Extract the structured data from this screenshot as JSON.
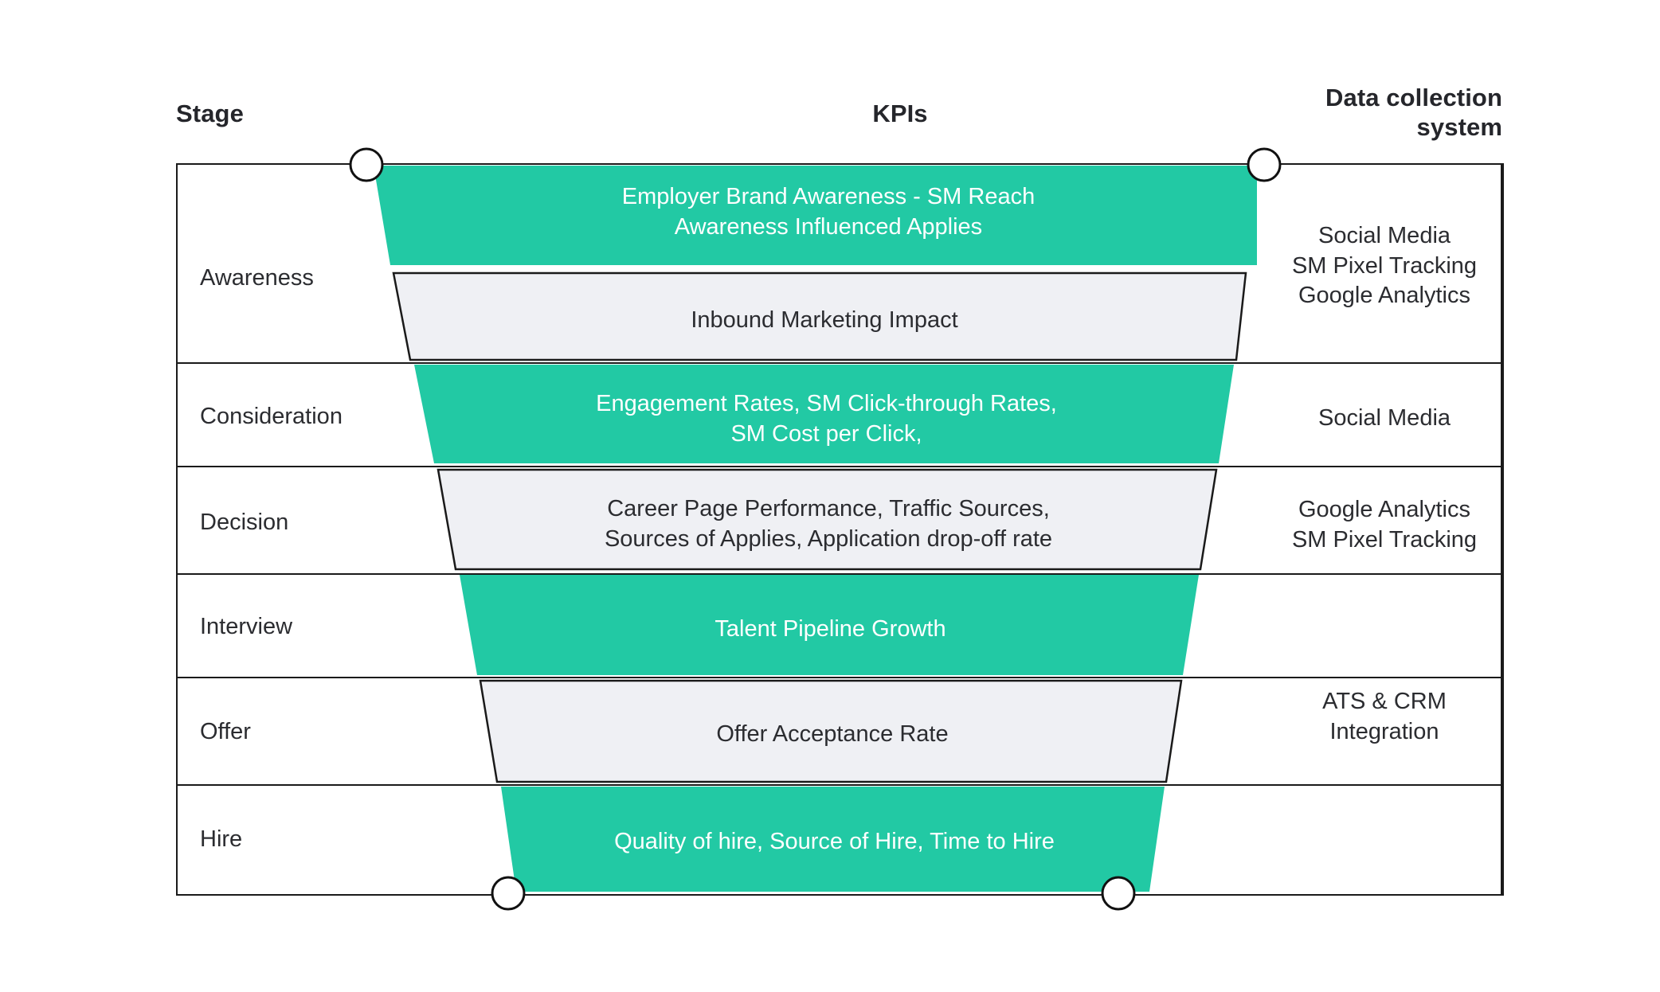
{
  "headers": {
    "stage": "Stage",
    "kpis": "KPIs",
    "data_collection_line1": "Data collection",
    "data_collection_line2": "system"
  },
  "colors": {
    "teal": "#22C9A4",
    "grey_band": "#EFF0F4",
    "band_stroke": "#1a1a1a",
    "text_dark": "#2b2c30",
    "text_light": "#ffffff",
    "border": "#1a1a1a"
  },
  "funnel_rows": [
    {
      "stage": "Awareness",
      "bands": [
        {
          "fill": "teal",
          "lines": [
            "Employer Brand Awareness - SM Reach",
            "Awareness Influenced Applies"
          ]
        },
        {
          "fill": "grey",
          "lines": [
            "Inbound Marketing Impact"
          ]
        }
      ],
      "data_collection": [
        "Social Media",
        "SM Pixel Tracking",
        "Google Analytics"
      ]
    },
    {
      "stage": "Consideration",
      "bands": [
        {
          "fill": "teal",
          "lines": [
            "Engagement Rates, SM Click-through Rates,",
            "SM Cost per Click,"
          ]
        }
      ],
      "data_collection": [
        "Social Media"
      ]
    },
    {
      "stage": "Decision",
      "bands": [
        {
          "fill": "grey",
          "lines": [
            "Career Page Performance, Traffic Sources,",
            "Sources of Applies, Application drop-off rate"
          ]
        }
      ],
      "data_collection": [
        "Google Analytics",
        "SM Pixel Tracking"
      ]
    },
    {
      "stage": "Interview",
      "bands": [
        {
          "fill": "teal",
          "lines": [
            "Talent Pipeline Growth"
          ]
        }
      ],
      "data_collection": []
    },
    {
      "stage": "Offer",
      "bands": [
        {
          "fill": "grey",
          "lines": [
            "Offer Acceptance Rate"
          ]
        }
      ],
      "data_collection": [
        "ATS & CRM",
        "Integration"
      ]
    },
    {
      "stage": "Hire",
      "bands": [
        {
          "fill": "teal",
          "lines": [
            "Quality of hire, Source of Hire, Time to Hire"
          ]
        }
      ],
      "data_collection": []
    }
  ],
  "markers": {
    "count": 4,
    "description": "circle-node"
  }
}
